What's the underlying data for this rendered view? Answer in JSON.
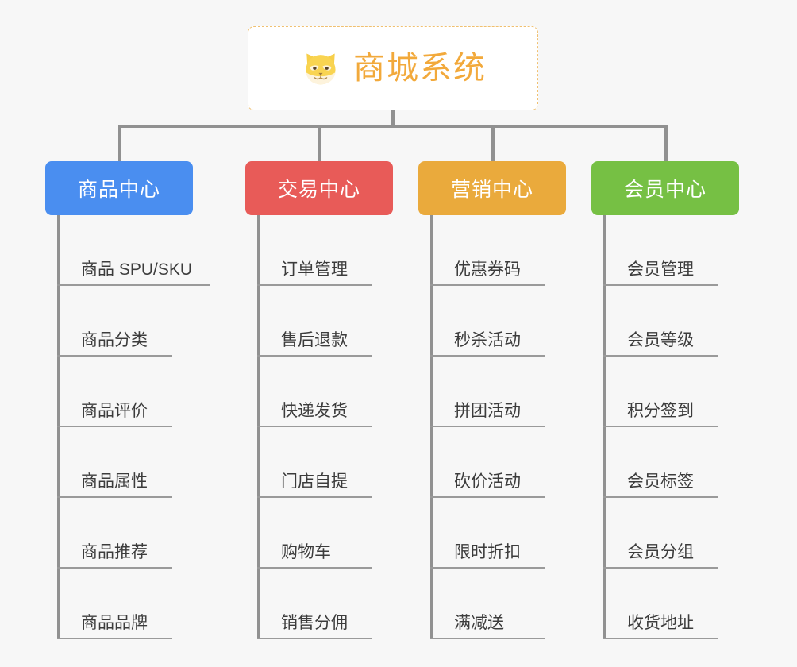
{
  "diagram": {
    "type": "org-chart",
    "background_color": "#f7f7f7",
    "connector_color": "#919191",
    "root": {
      "title": "商城系统",
      "icon": "shiba-dog-icon",
      "text_color": "#f2a93b",
      "border_color": "#f0c070",
      "background_color": "#ffffff"
    },
    "branches": [
      {
        "label": "商品中心",
        "color": "#4a8ef0",
        "items": [
          "商品 SPU/SKU",
          "商品分类",
          "商品评价",
          "商品属性",
          "商品推荐",
          "商品品牌"
        ]
      },
      {
        "label": "交易中心",
        "color": "#e85b58",
        "items": [
          "订单管理",
          "售后退款",
          "快递发货",
          "门店自提",
          "购物车",
          "销售分佣"
        ]
      },
      {
        "label": "营销中心",
        "color": "#eaaa3c",
        "items": [
          "优惠券码",
          "秒杀活动",
          "拼团活动",
          "砍价活动",
          "限时折扣",
          "满减送"
        ]
      },
      {
        "label": "会员中心",
        "color": "#76c044",
        "items": [
          "会员管理",
          "会员等级",
          "积分签到",
          "会员标签",
          "会员分组",
          "收货地址"
        ]
      }
    ]
  }
}
